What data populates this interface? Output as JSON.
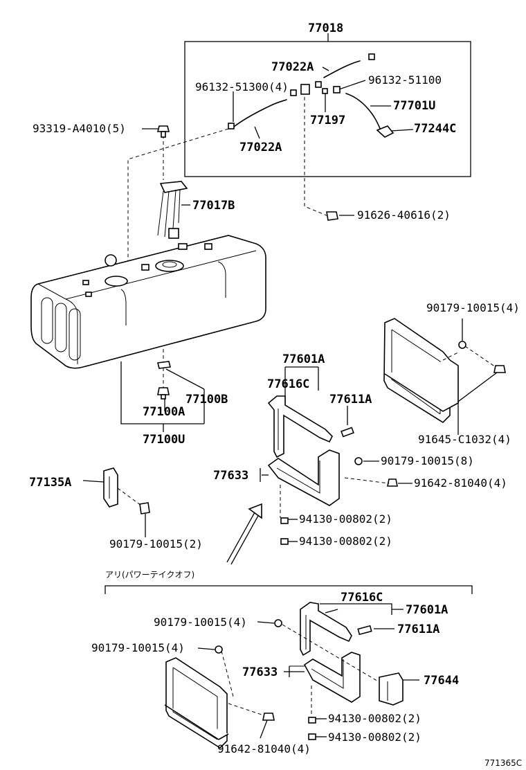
{
  "labels": {
    "assy_77018": "77018",
    "p_77022A_top": "77022A",
    "p_96132_51300": "96132-51300(4)",
    "p_96132_51100": "96132-51100",
    "p_77701U": "77701U",
    "p_77197": "77197",
    "p_77244C": "77244C",
    "p_77022A_bottom": "77022A",
    "p_93319": "93319-A4010(5)",
    "p_77017B": "77017B",
    "p_91626": "91626-40616(2)",
    "p_90179_r_top": "90179-10015(4)",
    "p_77601A_top": "77601A",
    "p_77616C_top": "77616C",
    "p_77611A_top": "77611A",
    "p_77100B": "77100B",
    "p_77100A": "77100A",
    "p_77100U": "77100U",
    "p_91645": "91645-C1032(4)",
    "p_77633_top": "77633",
    "p_90179_8": "90179-10015(8)",
    "p_77135A": "77135A",
    "p_91642_top": "91642-81040(4)",
    "p_94130_a": "94130-00802(2)",
    "p_94130_b": "94130-00802(2)",
    "p_90179_left": "90179-10015(2)",
    "option_heading": "アリ(パワーテイクオフ)",
    "p_77616C_bot": "77616C",
    "p_77601A_bot": "77601A",
    "p_90179_bot1": "90179-10015(4)",
    "p_77611A_bot": "77611A",
    "p_90179_bot2": "90179-10015(4)",
    "p_77633_bot": "77633",
    "p_77644": "77644",
    "p_94130_c": "94130-00802(2)",
    "p_94130_d": "94130-00802(2)",
    "p_91642_bot": "91642-81040(4)",
    "figure_code": "771365C"
  }
}
